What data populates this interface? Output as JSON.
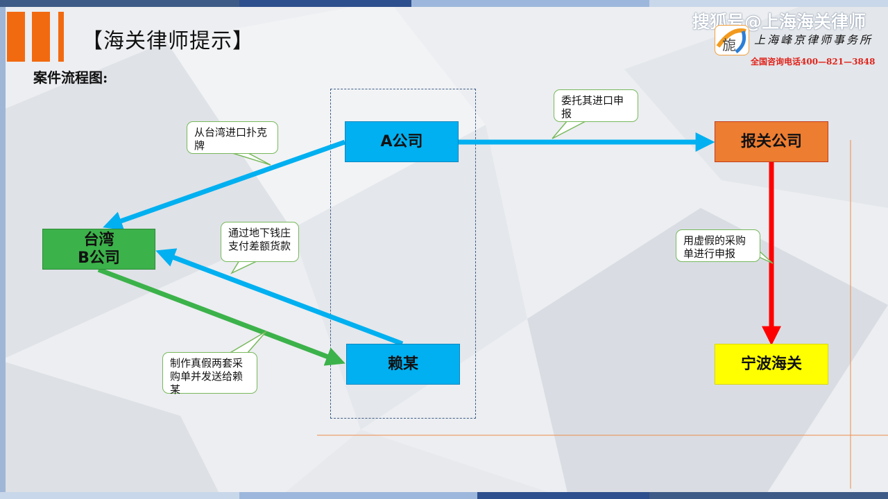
{
  "header": {
    "title": "【海关律师提示】",
    "subtitle": "案件流程图:"
  },
  "branding": {
    "watermark": "搜狐号@上海海关律师",
    "firm_name": "上海峰京律师事务所",
    "hotline": "全国咨询电话400—821—3848",
    "logo_glyph": "旎"
  },
  "nodes": {
    "company_a": "A公司",
    "customs_broker": "报关公司",
    "taiwan_b_line1": "台湾",
    "taiwan_b_line2": "B公司",
    "lai": "赖某",
    "ningbo_customs": "宁波海关"
  },
  "callouts": {
    "import_poker": "从台湾进口扑克牌",
    "entrust_declare": "委托其进口申报",
    "underground_bank": "通过地下钱庄支付差额货款",
    "fake_invoices": "制作真假两套采购单并发送给赖某",
    "false_declare": "用虚假的采购单进行申报"
  },
  "colors": {
    "blue_node": "#00b0f0",
    "orange_node": "#ed7d31",
    "green_node": "#3cb24a",
    "yellow_node": "#ffff00",
    "blue_arrow": "#00b0f0",
    "red_arrow": "#ff0000",
    "green_arrow": "#3cb24a",
    "accent": "#f26a10"
  }
}
